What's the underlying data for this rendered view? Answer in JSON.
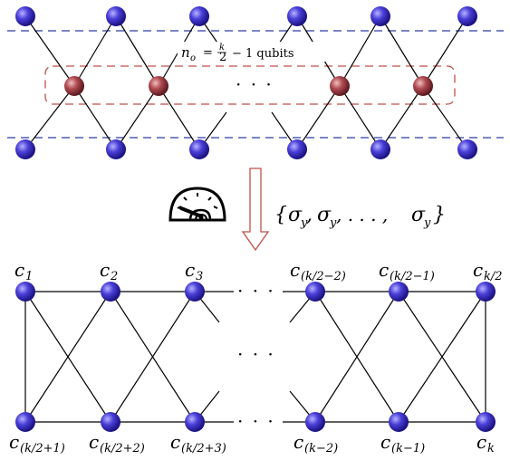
{
  "top_panel": {
    "annotation": "n_o = k/2 − 1 qubits",
    "annotation_lhs": "n",
    "annotation_lhs_sub": "o",
    "annotation_eq": "=",
    "annotation_frac_num": "k",
    "annotation_frac_den": "2",
    "annotation_rest": "− 1 qubits",
    "ellipsis": "· · ·",
    "colors": {
      "node_blue": "#3b30c8",
      "node_red": "#b04a50",
      "dashed_blue": "#2a3fa0",
      "dashed_red": "#c0504a"
    }
  },
  "measurement": {
    "icon": "meter-gauge-icon",
    "basis_label": "{σ_y, σ_y, . . . , σ_y}",
    "basis_parts": {
      "open": "{",
      "s1": "σ",
      "s1_sub": "y",
      "s2": "σ",
      "s2_sub": "y",
      "mid": ", . . . ,",
      "s3": "σ",
      "s3_sub": "y",
      "close": "}"
    },
    "arrow_color": "#c0504a"
  },
  "bottom_panel": {
    "top_labels": [
      {
        "main": "c",
        "sub": "1"
      },
      {
        "main": "c",
        "sub": "2"
      },
      {
        "main": "c",
        "sub": "3"
      },
      {
        "main": "c",
        "sub": "(k/2−2)"
      },
      {
        "main": "c",
        "sub": "(k/2−1)"
      },
      {
        "main": "c",
        "sub": "k/2"
      }
    ],
    "bottom_labels": [
      {
        "main": "c",
        "sub": "(k/2+1)"
      },
      {
        "main": "c",
        "sub": "(k/2+2)"
      },
      {
        "main": "c",
        "sub": "(k/2+3)"
      },
      {
        "main": "c",
        "sub": "(k−2)"
      },
      {
        "main": "c",
        "sub": "(k−1)"
      },
      {
        "main": "c",
        "sub": "k"
      }
    ],
    "ellipsis_top": "· · ·",
    "ellipsis_mid": "· · ·",
    "ellipsis_bottom": "· · ·"
  }
}
